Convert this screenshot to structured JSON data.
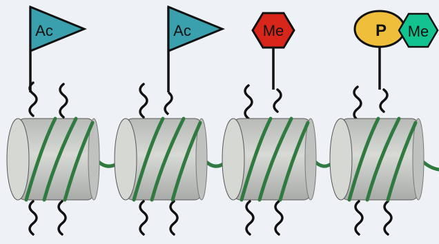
{
  "nucleosomes": [
    {
      "modifications": [
        {
          "label": "Ac",
          "shape": "flag-icon"
        }
      ]
    },
    {
      "modifications": [
        {
          "label": "Ac",
          "shape": "flag-icon"
        }
      ]
    },
    {
      "modifications": [
        {
          "label": "Me",
          "shape": "hexagon-icon"
        }
      ]
    },
    {
      "modifications": [
        {
          "label": "P",
          "shape": "circle-icon"
        },
        {
          "label": "Me",
          "shape": "hexagon-icon"
        }
      ]
    }
  ],
  "colors": {
    "background": "#eef2f6",
    "histone_fill": "#c3c5c2",
    "histone_face": "#d6d8d4",
    "dna_strand": "#2f7a3e",
    "tail": "#111111",
    "acetyl_flag": "#3aa0ad",
    "methyl_red": "#d8261a",
    "phospho_yellow": "#efbf3c",
    "methyl_teal": "#12c28f"
  }
}
